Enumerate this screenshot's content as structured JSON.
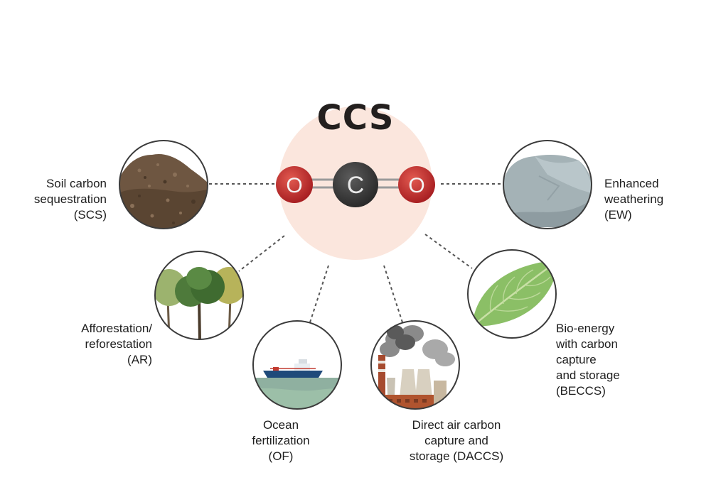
{
  "title": "CCS",
  "molecule": {
    "left_atom": "O",
    "center_atom": "C",
    "right_atom": "O"
  },
  "methods": {
    "scs": {
      "lines": [
        "Soil carbon",
        "sequestration",
        "(SCS)"
      ]
    },
    "ar": {
      "lines": [
        "Afforestation/",
        "reforestation",
        "(AR)"
      ]
    },
    "of": {
      "lines": [
        "Ocean",
        "fertilization",
        "(OF)"
      ]
    },
    "daccs": {
      "lines": [
        "Direct air carbon",
        "capture and",
        "storage (DACCS)"
      ]
    },
    "beccs": {
      "lines": [
        "Bio-energy",
        "with carbon",
        "capture",
        "and storage",
        "(BECCS)"
      ]
    },
    "ew": {
      "lines": [
        "Enhanced",
        "weathering",
        "(EW)"
      ]
    }
  },
  "colors": {
    "halo": "#fbe6dd",
    "oxygen": "#c42d2d",
    "carbon": "#3e3e3e",
    "connector": "#555555"
  }
}
